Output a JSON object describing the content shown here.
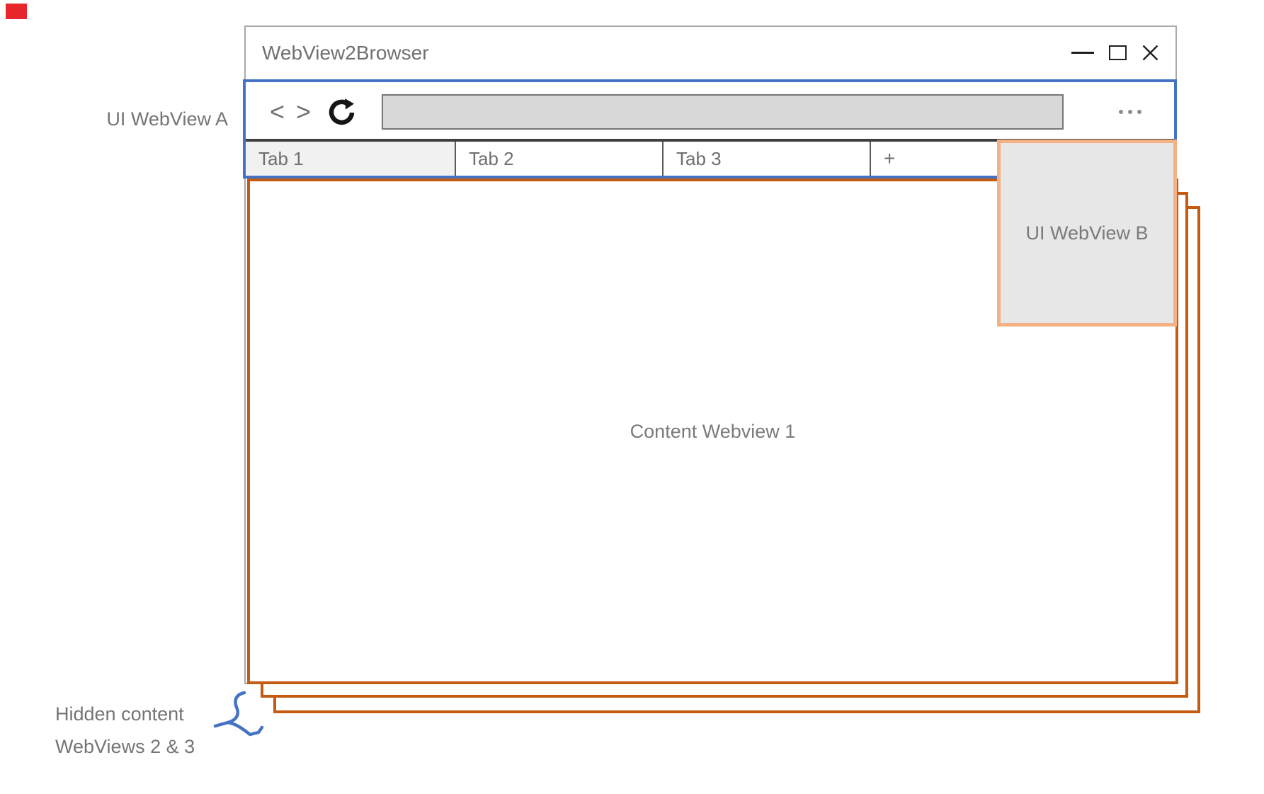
{
  "window": {
    "title": "WebView2Browser"
  },
  "navbar": {
    "back_glyph": "<",
    "forward_glyph": ">"
  },
  "tabs": [
    {
      "label": "Tab 1",
      "active": true
    },
    {
      "label": "Tab 2",
      "active": false
    },
    {
      "label": "Tab 3",
      "active": false
    },
    {
      "label": "+",
      "active": false
    }
  ],
  "annotations": {
    "ui_webview_a": "UI WebView A",
    "ui_webview_b": "UI WebView B",
    "content_webview_1": "Content Webview 1",
    "hidden_line_1": "Hidden content",
    "hidden_line_2": "WebViews 2 & 3"
  },
  "colors": {
    "accent_blue": "#4472C4",
    "accent_orange": "#C55A11",
    "accent_orange_light": "#F4B183",
    "marker_red": "#E8272C",
    "chrome_gray": "#A9A9A9"
  }
}
